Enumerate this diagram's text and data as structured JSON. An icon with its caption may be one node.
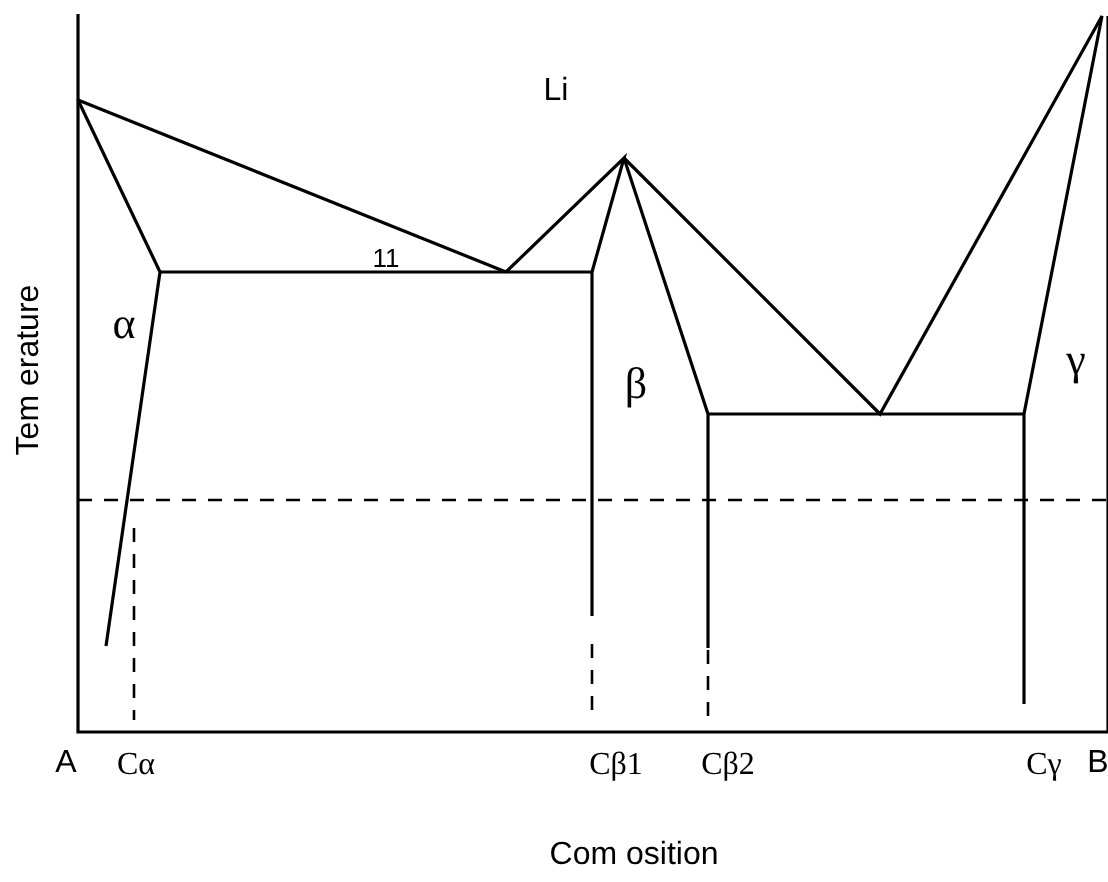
{
  "diagram": {
    "labels": [
      "Li",
      "11",
      "α",
      "β",
      "γ",
      "Tem erature",
      "A",
      "Cα",
      "Cβ1",
      "Cβ2",
      "Cγ",
      "B",
      "Com osition"
    ]
  }
}
